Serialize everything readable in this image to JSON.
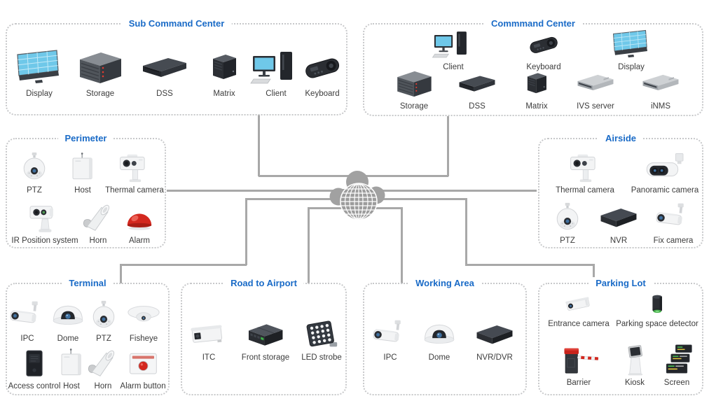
{
  "colors": {
    "title_blue": "#1a6bc7",
    "label_gray": "#3c3c3c",
    "line_gray": "#a8a8a8",
    "border_gray": "#c7c8ca",
    "cloud_gray": "#a1a1a1",
    "screen_blue": "#6fc8e9",
    "alarm_red": "#d3281f",
    "detector_green": "#45b04a"
  },
  "hub": {
    "icon": "cloud-globe"
  },
  "groups": [
    {
      "id": "sub-command-center",
      "title": "Sub Command Center",
      "items": [
        {
          "label": "Display",
          "icon": "video-wall"
        },
        {
          "label": "Storage",
          "icon": "storage-server"
        },
        {
          "label": "DSS",
          "icon": "rack-server-dark"
        },
        {
          "label": "Matrix",
          "icon": "matrix-box"
        },
        {
          "label": "Client",
          "icon": "client-workstation"
        },
        {
          "label": "Keyboard",
          "icon": "cctv-keyboard"
        }
      ]
    },
    {
      "id": "command-center",
      "title": "Commmand Center",
      "items": [
        {
          "label": "Client",
          "icon": "client-workstation"
        },
        {
          "label": "Keyboard",
          "icon": "cctv-keyboard"
        },
        {
          "label": "Display",
          "icon": "video-wall"
        },
        {
          "label": "Storage",
          "icon": "storage-server"
        },
        {
          "label": "DSS",
          "icon": "rack-server-dark"
        },
        {
          "label": "Matrix",
          "icon": "matrix-box"
        },
        {
          "label": "IVS server",
          "icon": "rack-server-light"
        },
        {
          "label": "iNMS",
          "icon": "rack-server-light"
        }
      ]
    },
    {
      "id": "perimeter",
      "title": "Perimeter",
      "items": [
        {
          "label": "PTZ",
          "icon": "ptz-dome"
        },
        {
          "label": "Host",
          "icon": "host-box"
        },
        {
          "label": "Thermal camera",
          "icon": "thermal-camera"
        },
        {
          "label": "IR Position system",
          "icon": "ir-position-camera"
        },
        {
          "label": "Horn",
          "icon": "horn-speaker"
        },
        {
          "label": "Alarm",
          "icon": "alarm-dome"
        }
      ]
    },
    {
      "id": "airside",
      "title": "Airside",
      "items": [
        {
          "label": "Thermal camera",
          "icon": "thermal-camera"
        },
        {
          "label": "Panoramic camera",
          "icon": "panoramic-camera"
        },
        {
          "label": "PTZ",
          "icon": "ptz-dome"
        },
        {
          "label": "NVR",
          "icon": "nvr-box"
        },
        {
          "label": "Fix camera",
          "icon": "bullet-camera"
        }
      ]
    },
    {
      "id": "terminal",
      "title": "Terminal",
      "items": [
        {
          "label": "IPC",
          "icon": "bullet-camera"
        },
        {
          "label": "Dome",
          "icon": "dome-camera"
        },
        {
          "label": "PTZ",
          "icon": "ptz-dome"
        },
        {
          "label": "Fisheye",
          "icon": "fisheye-camera"
        },
        {
          "label": "Access control",
          "icon": "access-control-panel"
        },
        {
          "label": "Host",
          "icon": "host-box"
        },
        {
          "label": "Horn",
          "icon": "horn-speaker"
        },
        {
          "label": "Alarm button",
          "icon": "alarm-button"
        }
      ]
    },
    {
      "id": "road-to-airport",
      "title": "Road to Airport",
      "items": [
        {
          "label": "ITC",
          "icon": "itc-camera"
        },
        {
          "label": "Front storage",
          "icon": "front-storage-box"
        },
        {
          "label": "LED strobe",
          "icon": "led-strobe"
        }
      ]
    },
    {
      "id": "working-area",
      "title": "Working Area",
      "items": [
        {
          "label": "IPC",
          "icon": "bullet-camera"
        },
        {
          "label": "Dome",
          "icon": "dome-camera"
        },
        {
          "label": "NVR/DVR",
          "icon": "nvr-box"
        }
      ]
    },
    {
      "id": "parking-lot",
      "title": "Parking Lot",
      "items": [
        {
          "label": "Entrance camera",
          "icon": "entrance-camera"
        },
        {
          "label": "Parking space detector",
          "icon": "parking-space-detector"
        },
        {
          "label": "Barrier",
          "icon": "barrier-gate"
        },
        {
          "label": "Kiosk",
          "icon": "kiosk-terminal"
        },
        {
          "label": "Screen",
          "icon": "led-screen-panels"
        }
      ]
    }
  ]
}
